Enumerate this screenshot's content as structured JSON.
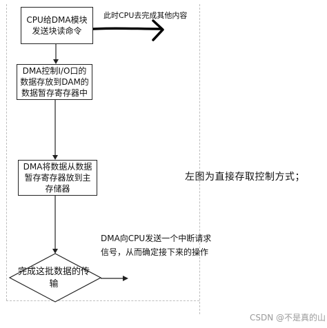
{
  "flowchart": {
    "step_1": "CPU给DMA模块发送块读命令",
    "step_2": "DMA控制I/O口的数据存放到DAM的数据暂存寄存器中",
    "step_3": "DMA将数据从数据暂存寄存器放到主存储器",
    "decision": "完成这批数据的传输",
    "cpu_note": "此时CPU去完成其他内容",
    "dma_note": "DMA向CPU发送一个中断请求信号，从而确定接下来的操作"
  },
  "caption": "左图为直接存取控制方式；",
  "watermark": "CSDN @不是真的山",
  "colors": {
    "line": "#222222",
    "dash": "#bdbdbd",
    "watermark": "#9a9a9a"
  }
}
